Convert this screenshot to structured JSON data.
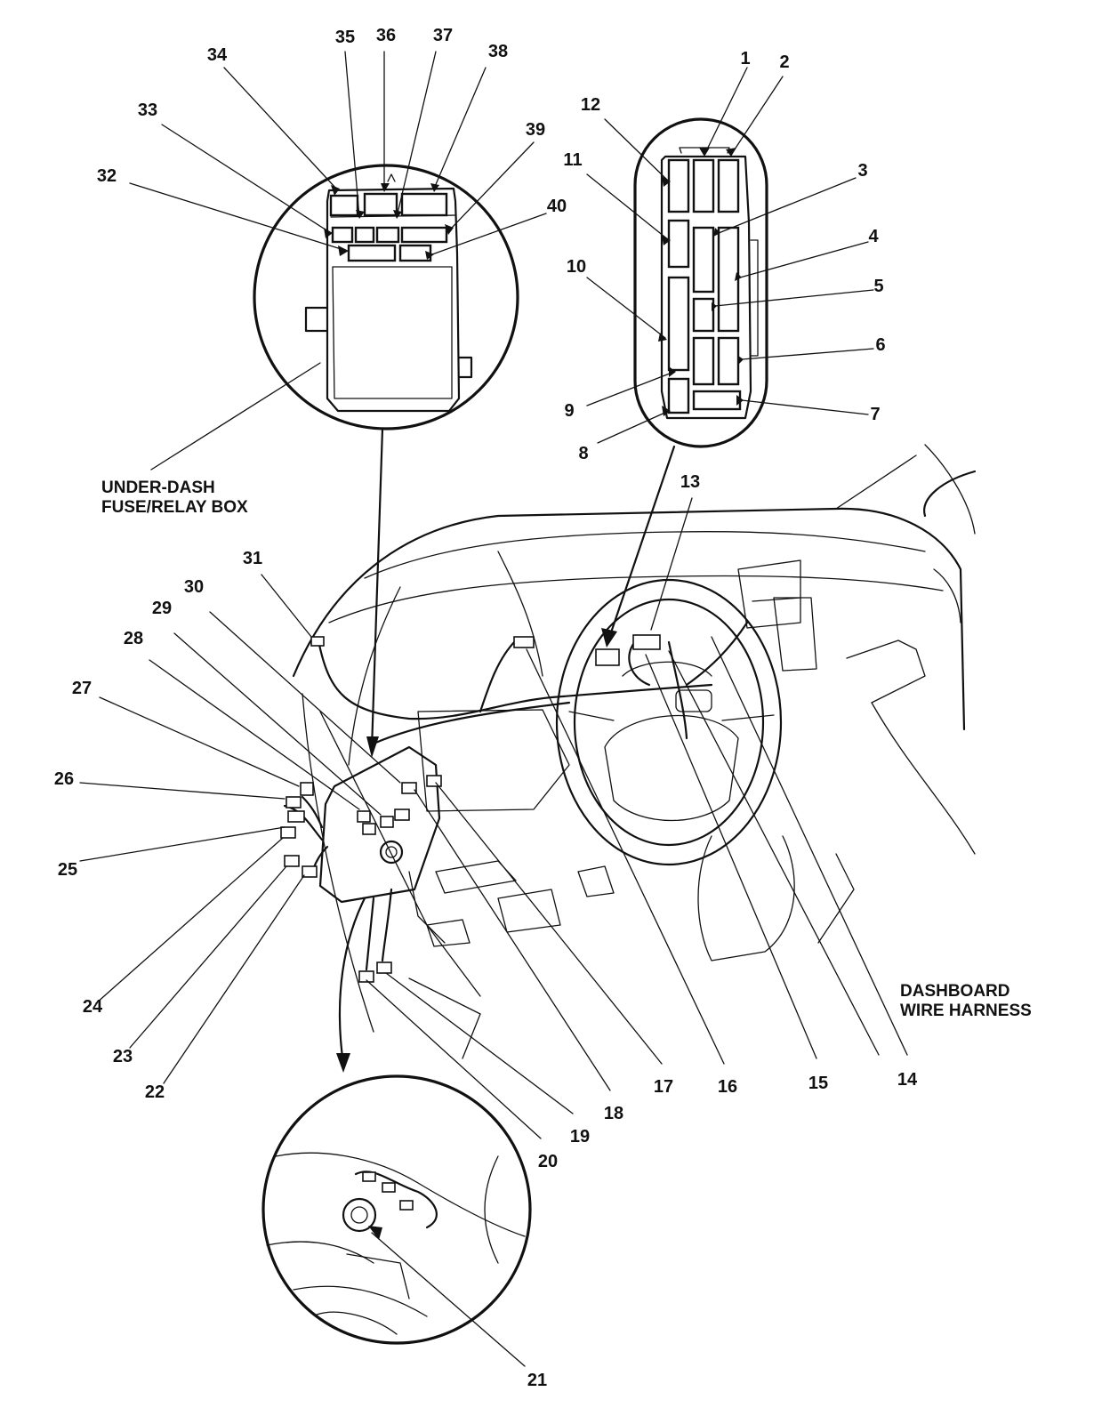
{
  "captions": {
    "fuse_box_line1": "UNDER-DASH",
    "fuse_box_line2": "FUSE/RELAY BOX",
    "harness_line1": "DASHBOARD",
    "harness_line2": "WIRE HARNESS"
  },
  "labels": [
    "1",
    "2",
    "3",
    "4",
    "5",
    "6",
    "7",
    "8",
    "9",
    "10",
    "11",
    "12",
    "13",
    "14",
    "15",
    "16",
    "17",
    "18",
    "19",
    "20",
    "21",
    "22",
    "23",
    "24",
    "25",
    "26",
    "27",
    "28",
    "29",
    "30",
    "31",
    "32",
    "33",
    "34",
    "35",
    "36",
    "37",
    "38",
    "39",
    "40"
  ]
}
